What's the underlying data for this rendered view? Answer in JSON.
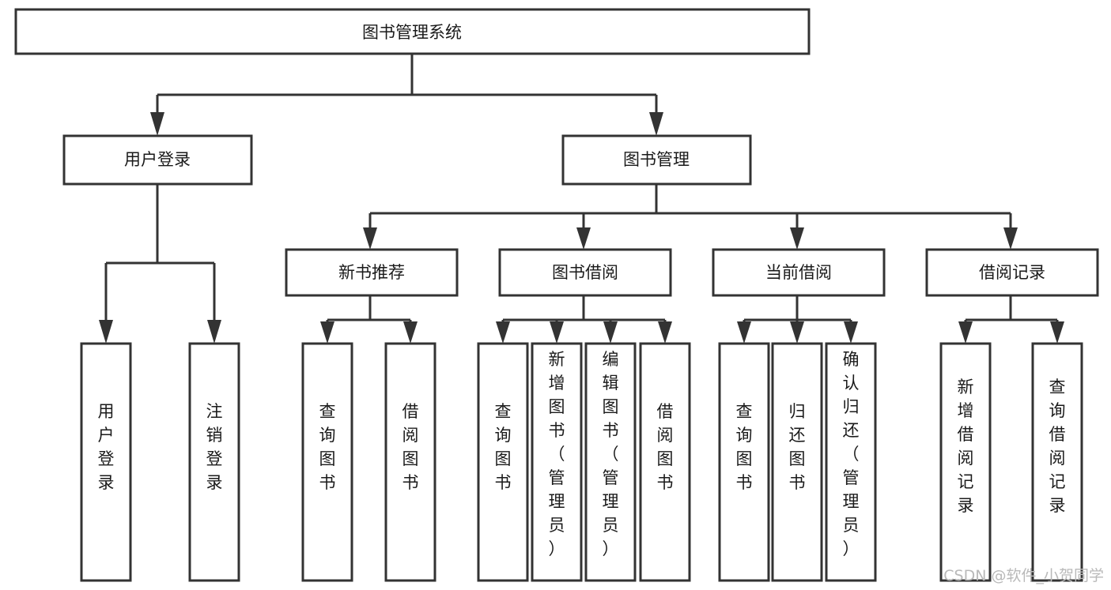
{
  "diagram": {
    "type": "hierarchy-tree",
    "title": "图书管理系统",
    "background_color": "#ffffff",
    "box_stroke_color": "#333333",
    "box_fill_color": "#ffffff",
    "text_color": "#1a1a1a",
    "levels": {
      "root": {
        "label": "图书管理系统"
      },
      "level2": [
        {
          "label": "用户登录"
        },
        {
          "label": "图书管理"
        }
      ],
      "level3": [
        {
          "label": "新书推荐"
        },
        {
          "label": "图书借阅"
        },
        {
          "label": "当前借阅"
        },
        {
          "label": "借阅记录"
        }
      ]
    },
    "leaves": {
      "user_login": [
        {
          "label": "用户登录"
        },
        {
          "label": "注销登录"
        }
      ],
      "new_book_recommend": [
        {
          "label": "查询图书"
        },
        {
          "label": "借阅图书"
        }
      ],
      "book_borrow": [
        {
          "label": "查询图书"
        },
        {
          "label": "新增图书（管理员）"
        },
        {
          "label": "编辑图书（管理员）"
        },
        {
          "label": "借阅图书"
        }
      ],
      "current_borrow": [
        {
          "label": "查询图书"
        },
        {
          "label": "归还图书"
        },
        {
          "label": "确认归还（管理员）"
        }
      ],
      "borrow_records": [
        {
          "label": "新增借阅记录"
        },
        {
          "label": "查询借阅记录"
        }
      ]
    }
  },
  "watermark": {
    "text": "CSDN @软件_小贺同学"
  }
}
